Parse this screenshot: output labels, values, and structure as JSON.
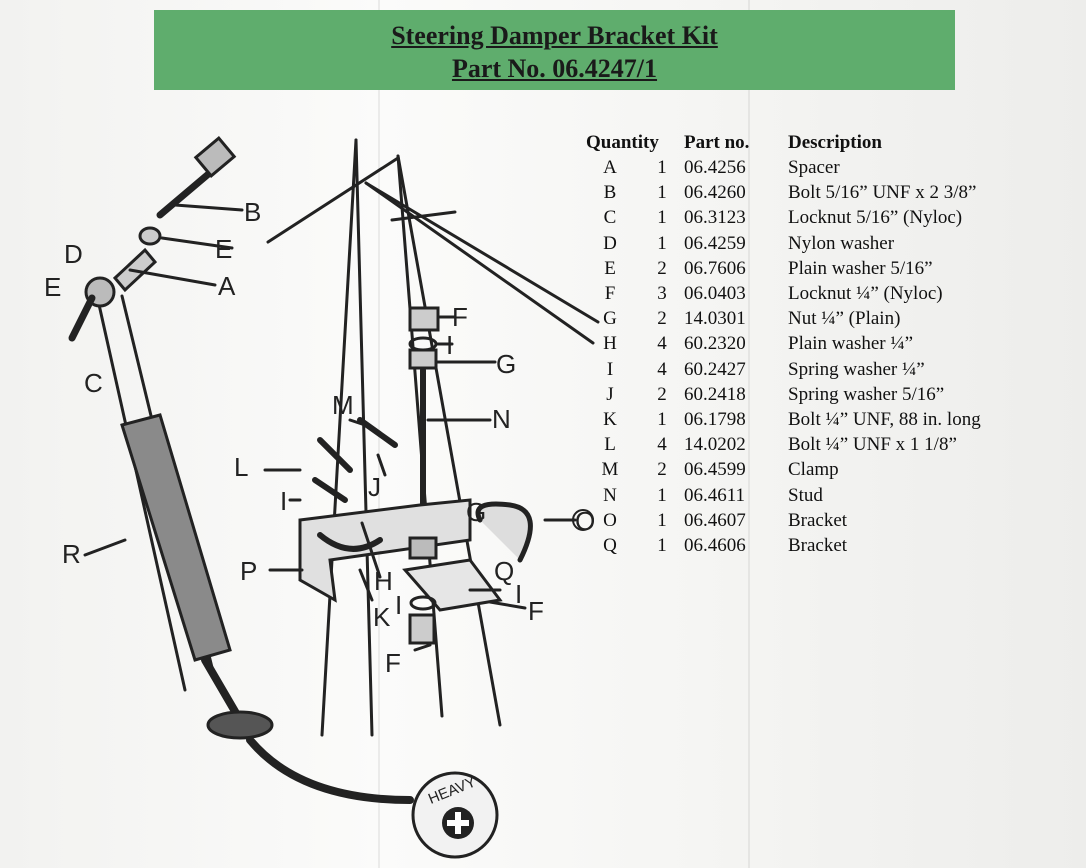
{
  "title": {
    "line1": "Steering Damper Bracket Kit",
    "line2": "Part No. 06.4247/1"
  },
  "table": {
    "headers": {
      "quantity": "Quantity",
      "part_no": "Part no.",
      "description": "Description"
    },
    "rows": [
      {
        "letter": "A",
        "qty": "1",
        "part_no": "06.4256",
        "description": "Spacer"
      },
      {
        "letter": "B",
        "qty": "1",
        "part_no": "06.4260",
        "description": "Bolt 5/16” UNF x 2 3/8”"
      },
      {
        "letter": "C",
        "qty": "1",
        "part_no": "06.3123",
        "description": "Locknut  5/16” (Nyloc)"
      },
      {
        "letter": "D",
        "qty": "1",
        "part_no": "06.4259",
        "description": "Nylon washer"
      },
      {
        "letter": "E",
        "qty": "2",
        "part_no": "06.7606",
        "description": "Plain washer 5/16”"
      },
      {
        "letter": "F",
        "qty": "3",
        "part_no": "06.0403",
        "description": "Locknut ¼” (Nyloc)"
      },
      {
        "letter": "G",
        "qty": "2",
        "part_no": "14.0301",
        "description": "Nut ¼” (Plain)"
      },
      {
        "letter": "H",
        "qty": "4",
        "part_no": "60.2320",
        "description": "Plain washer ¼”"
      },
      {
        "letter": "I",
        "qty": "4",
        "part_no": "60.2427",
        "description": "Spring washer ¼”"
      },
      {
        "letter": "J",
        "qty": "2",
        "part_no": "60.2418",
        "description": "Spring washer 5/16”"
      },
      {
        "letter": "K",
        "qty": "1",
        "part_no": "06.1798",
        "description": "Bolt ¼” UNF, 88 in. long"
      },
      {
        "letter": "L",
        "qty": "4",
        "part_no": "14.0202",
        "description": "Bolt ¼”  UNF x 1 1/8”"
      },
      {
        "letter": "M",
        "qty": "2",
        "part_no": "06.4599",
        "description": "Clamp"
      },
      {
        "letter": "N",
        "qty": "1",
        "part_no": "06.4611",
        "description": "Stud"
      },
      {
        "letter": "O",
        "qty": "1",
        "part_no": "06.4607",
        "description": "Bracket"
      },
      {
        "letter": "Q",
        "qty": "1",
        "part_no": "06.4606",
        "description": "Bracket"
      }
    ]
  },
  "diagram": {
    "labels": {
      "B": "B",
      "D": "D",
      "E1": "E",
      "E2": "E",
      "A": "A",
      "C": "C",
      "F1": "F",
      "I1": "I",
      "G1": "G",
      "N": "N",
      "M": "M",
      "L": "L",
      "J": "J",
      "I2": "I",
      "G2": "G",
      "O": "O",
      "P": "P",
      "H": "H",
      "Q": "Q",
      "K": "K",
      "I3": "I",
      "I4": "I",
      "F2": "F",
      "F3": "F",
      "R": "R"
    },
    "badge_text": "HEAVY"
  },
  "colors": {
    "title_band": "#5fad6d",
    "ink": "#111111"
  }
}
